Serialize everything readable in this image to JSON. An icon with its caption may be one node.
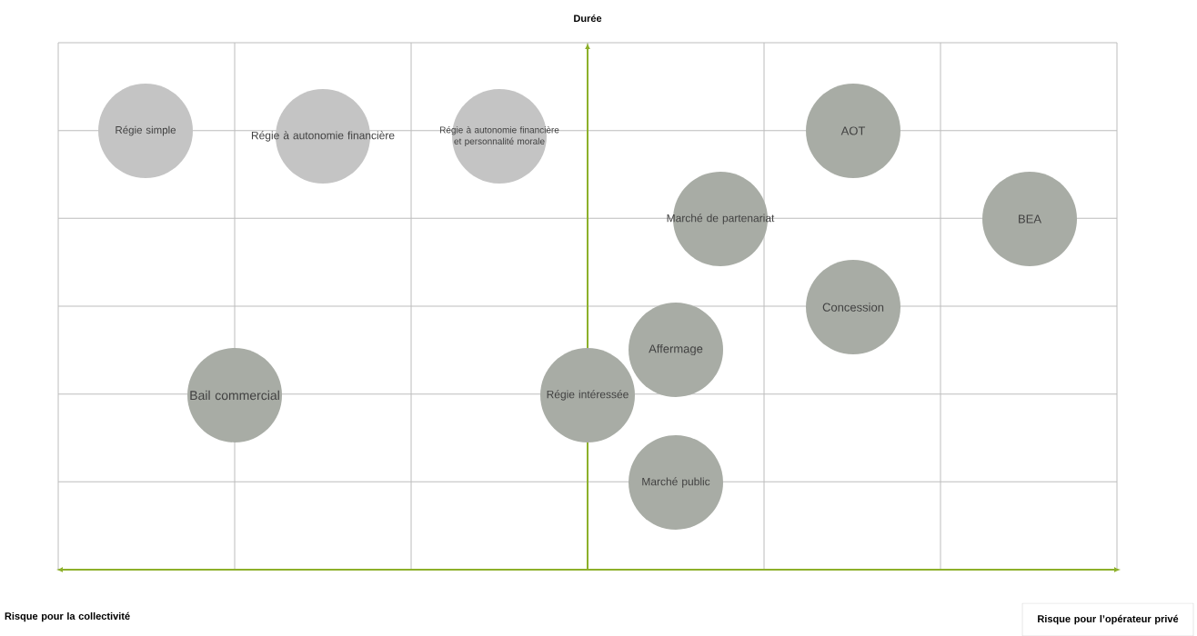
{
  "diagram": {
    "nodes": [
      {
        "text": [
          "Régie simple"
        ]
      },
      {
        "text": [
          "Régie à autonomie financière"
        ]
      },
      {
        "text": [
          "Régie à autonomie financière et personnalité morale"
        ]
      },
      {
        "text": [
          "AOT"
        ]
      },
      {
        "text": [
          "Marché de partenariat"
        ]
      },
      {
        "text": [
          "BEA"
        ]
      },
      {
        "text": [
          "Concession"
        ]
      },
      {
        "text": [
          "Affermage"
        ]
      },
      {
        "text": [
          "Bail commercial"
        ]
      },
      {
        "text": [
          "Régie intéressée"
        ]
      },
      {
        "text": [
          "Marché public"
        ]
      },
      {
        "text": [
          "Risque pour l’opérateur privé"
        ]
      }
    ],
    "labels": [
      "Durée",
      "Risque pour la collectivité"
    ]
  }
}
